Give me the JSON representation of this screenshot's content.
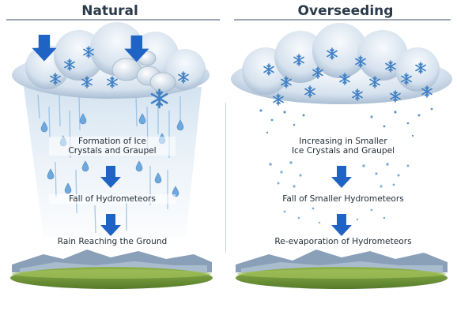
{
  "panels": {
    "left": {
      "title": "Natural",
      "steps": [
        "Formation of Ice",
        "Crystals and Graupel",
        "Fall of Hydrometeors",
        "Rain Reaching the Ground"
      ]
    },
    "right": {
      "title": "Overseeding",
      "steps": [
        "Increasing in Smaller",
        "Ice Crystals and Graupel",
        "Fall of Smaller Hydrometeors",
        "Re-evaporation of Hydrometeors"
      ]
    }
  },
  "colors": {
    "arrow": "#1f63c4",
    "cloud": "#dde7f1",
    "cloud_shade": "#aebfd2",
    "rain": "#7db3e0",
    "grass": "#6f9a36",
    "mountain": "#8296ad"
  },
  "icons": [
    "cloud-icon",
    "snowflake-icon",
    "graupel-icon",
    "raindrop-icon",
    "arrow-down-icon",
    "mountain-icon",
    "grass-icon"
  ]
}
